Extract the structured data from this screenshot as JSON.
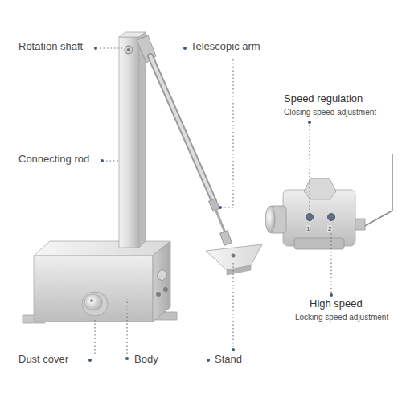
{
  "diagram": {
    "labels": [
      "Rotation shaft",
      "Telescopic arm",
      "Speed regulation",
      "Closing speed adjustment",
      "Connecting rod",
      "1",
      "2",
      "High speed",
      "Locking speed adjustment",
      "Dust cover",
      "Body",
      "Stand"
    ]
  }
}
